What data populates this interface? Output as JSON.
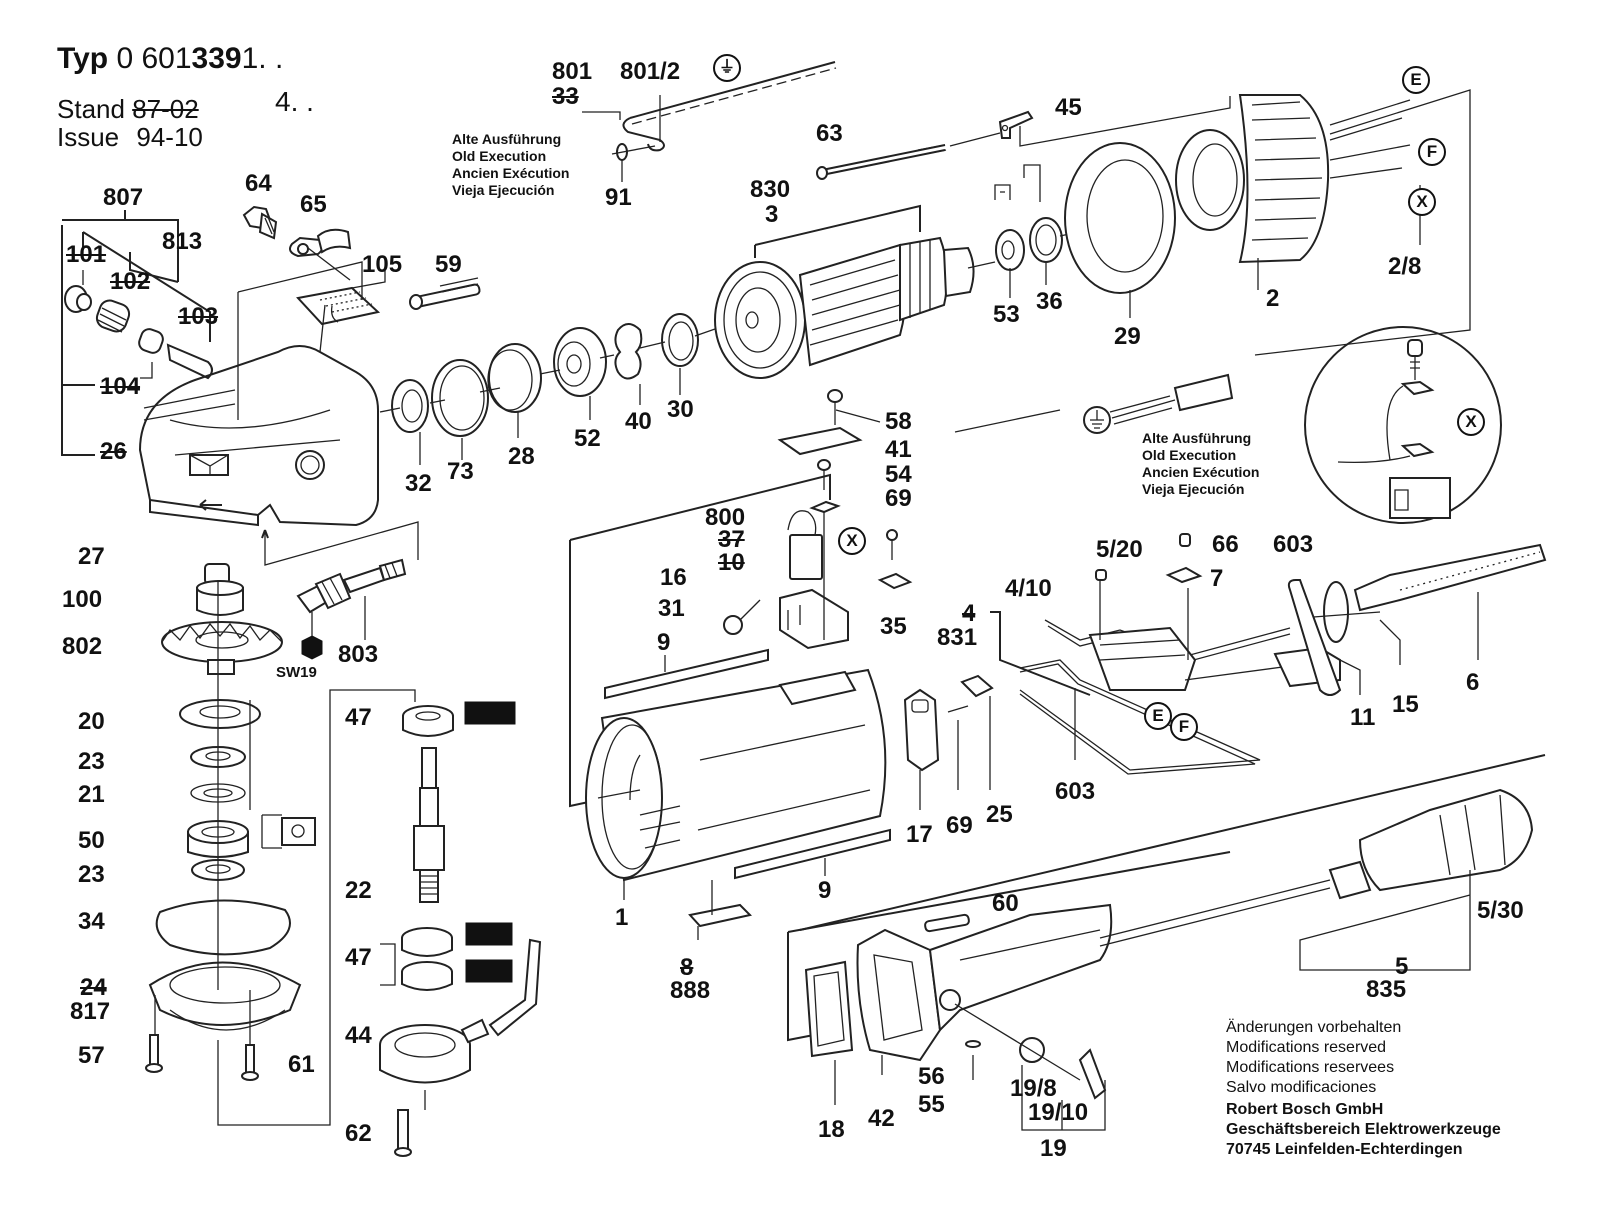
{
  "header": {
    "typ_label": "Typ",
    "typ_prefix": "0 601",
    "typ_bold": "339",
    "typ_suffix_1": "1. .",
    "typ_suffix_2": "4. .",
    "stand_label": "Stand",
    "stand_value_struck": "87-02",
    "issue_label": "Issue",
    "issue_value": "94-10"
  },
  "notes": {
    "old_execution_top": [
      "Alte Ausführung",
      "Old Execution",
      "Ancien Exécution",
      "Vieja Ejecución"
    ],
    "old_execution_right": [
      "Alte Ausführung",
      "Old Execution",
      "Ancien Exécution",
      "Vieja Ejecución"
    ]
  },
  "footer": {
    "lines": [
      "Änderungen vorbehalten",
      "Modifications reserved",
      "Modifications reservees",
      "Salvo modificaciones"
    ],
    "company": "Robert Bosch GmbH",
    "division": "Geschäftsbereich Elektrowerkzeuge",
    "address": "70745 Leinfelden-Echterdingen"
  },
  "markers": {
    "E": "E",
    "F": "F",
    "X": "X",
    "ground": "⏚"
  },
  "parts": {
    "p801": "801",
    "p801_2": "801/2",
    "p33": "33",
    "p91": "91",
    "p807": "807",
    "p813": "813",
    "p101": "101",
    "p102": "102",
    "p103": "103",
    "p104": "104",
    "p26": "26",
    "p64": "64",
    "p65": "65",
    "p105": "105",
    "p59": "59",
    "p63": "63",
    "p45": "45",
    "p830": "830",
    "p3": "3",
    "p53": "53",
    "p36": "36",
    "p29": "29",
    "p2": "2",
    "p2_8": "2/8",
    "p32": "32",
    "p73": "73",
    "p28": "28",
    "p52": "52",
    "p40": "40",
    "p30": "30",
    "p58": "58",
    "p41": "41",
    "p54": "54",
    "p69a": "69",
    "p35": "35",
    "p800": "800",
    "p37": "37",
    "p10": "10",
    "p16": "16",
    "p31": "31",
    "p27": "27",
    "p100": "100",
    "p802": "802",
    "p803": "803",
    "sw19": "SW19",
    "p20": "20",
    "p23a": "23",
    "p21": "21",
    "p50": "50",
    "p23b": "23",
    "p34": "34",
    "p24": "24",
    "p817": "817",
    "p57": "57",
    "p61": "61",
    "p47a": "47",
    "p22": "22",
    "p47b": "47",
    "p44": "44",
    "p62": "62",
    "p9a": "9",
    "p9b": "9",
    "p1": "1",
    "p8": "8",
    "p888": "888",
    "p17": "17",
    "p69b": "69",
    "p25": "25",
    "p5_20": "5/20",
    "p66": "66",
    "p7": "7",
    "p4_10": "4/10",
    "p4": "4",
    "p831": "831",
    "p603a": "603",
    "p603b": "603",
    "p11": "11",
    "p15": "15",
    "p6": "6",
    "p60": "60",
    "p18": "18",
    "p42": "42",
    "p56": "56",
    "p55": "55",
    "p19_8": "19/8",
    "p19_10": "19/10",
    "p19": "19",
    "p5_30": "5/30",
    "p5": "5",
    "p835": "835"
  }
}
